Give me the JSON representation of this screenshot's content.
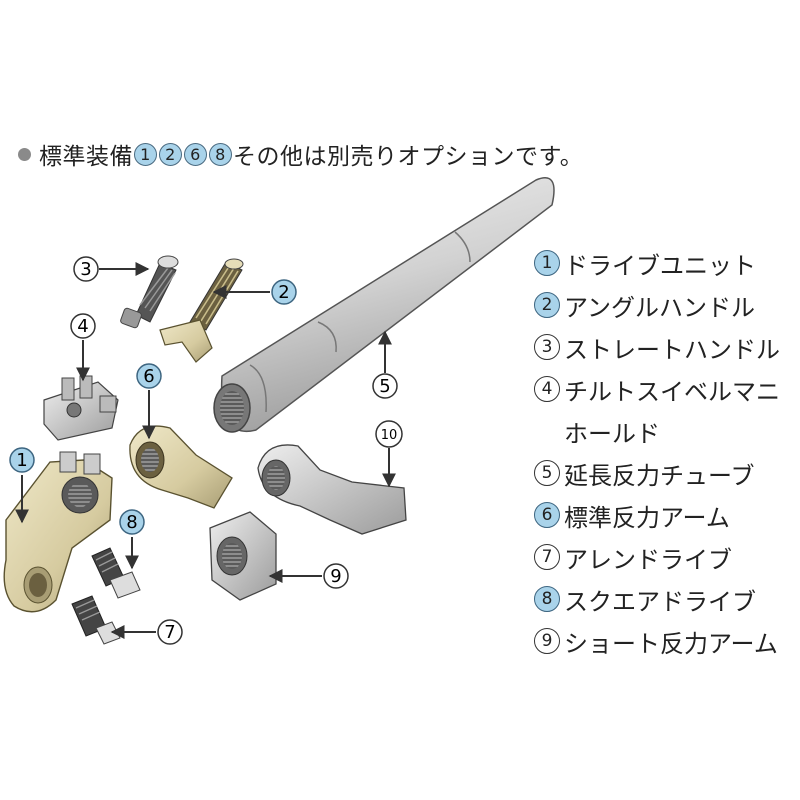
{
  "header": {
    "prefix": "標準装備",
    "badges": [
      "1",
      "2",
      "6",
      "8"
    ],
    "suffix": "その他は別売りオプションです。"
  },
  "legend": [
    {
      "num": "1",
      "label": "ドライブユニット",
      "highlight": true
    },
    {
      "num": "2",
      "label": "アングルハンドル",
      "highlight": true
    },
    {
      "num": "3",
      "label": "ストレートハンドル",
      "highlight": false
    },
    {
      "num": "4",
      "label": "チルトスイベルマニ",
      "highlight": false
    },
    {
      "num": "",
      "label": "ホールド",
      "highlight": false
    },
    {
      "num": "5",
      "label": "延長反力チューブ",
      "highlight": false
    },
    {
      "num": "6",
      "label": "標準反力アーム",
      "highlight": true
    },
    {
      "num": "7",
      "label": "アレンドライブ",
      "highlight": false
    },
    {
      "num": "8",
      "label": "スクエアドライブ",
      "highlight": true
    },
    {
      "num": "9",
      "label": "ショート反力アーム",
      "highlight": false
    }
  ],
  "callouts": {
    "c1": "1",
    "c2": "2",
    "c3": "3",
    "c4": "4",
    "c5": "5",
    "c6": "6",
    "c7": "7",
    "c8": "8",
    "c9": "9",
    "c10": "10"
  },
  "colors": {
    "highlight": "#a9d3ea",
    "part_gold": "#d9cfa8",
    "part_grey": "#c8c8c8",
    "line": "#333333"
  }
}
